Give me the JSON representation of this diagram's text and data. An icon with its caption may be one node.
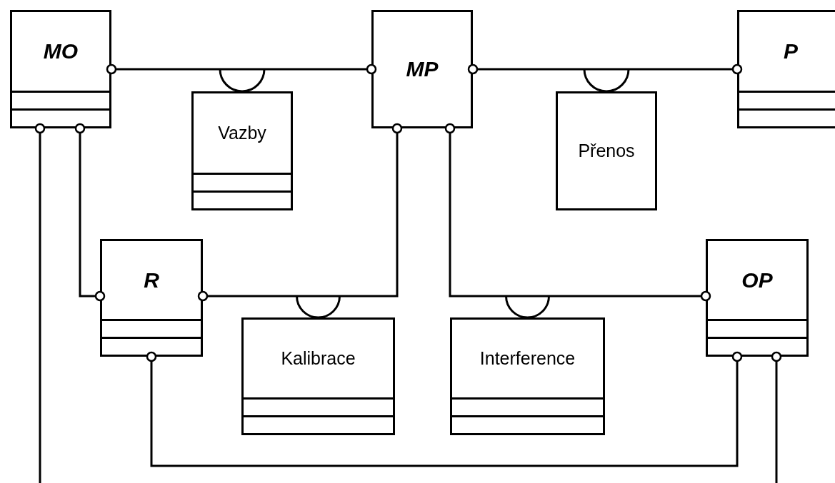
{
  "diagram": {
    "nodes": [
      {
        "text": [
          "MO"
        ]
      },
      {
        "text": [
          "MP"
        ]
      },
      {
        "text": [
          "P"
        ]
      },
      {
        "text": [
          "Vazby"
        ]
      },
      {
        "text": [
          "Přenos"
        ]
      },
      {
        "text": [
          "R"
        ]
      },
      {
        "text": [
          "Kalibrace"
        ]
      },
      {
        "text": [
          "Interference"
        ]
      },
      {
        "text": [
          "OP"
        ]
      }
    ],
    "edges": [
      {
        "from": 0,
        "to": 1,
        "arrow": "other"
      },
      {
        "from": 1,
        "to": 2,
        "arrow": "other"
      },
      {
        "from": 0,
        "to": 5,
        "arrow": "other"
      },
      {
        "from": 1,
        "to": 5,
        "arrow": "other"
      },
      {
        "from": 1,
        "to": 8,
        "arrow": "other"
      },
      {
        "from": 5,
        "to": 8,
        "arrow": "other"
      },
      {
        "from": 0,
        "to": null,
        "arrow": "other"
      },
      {
        "from": 8,
        "to": null,
        "arrow": "other"
      },
      {
        "from": 3,
        "to": null,
        "arrow": "none"
      },
      {
        "from": 4,
        "to": null,
        "arrow": "none"
      },
      {
        "from": 6,
        "to": null,
        "arrow": "none"
      },
      {
        "from": 7,
        "to": null,
        "arrow": "none"
      }
    ]
  }
}
